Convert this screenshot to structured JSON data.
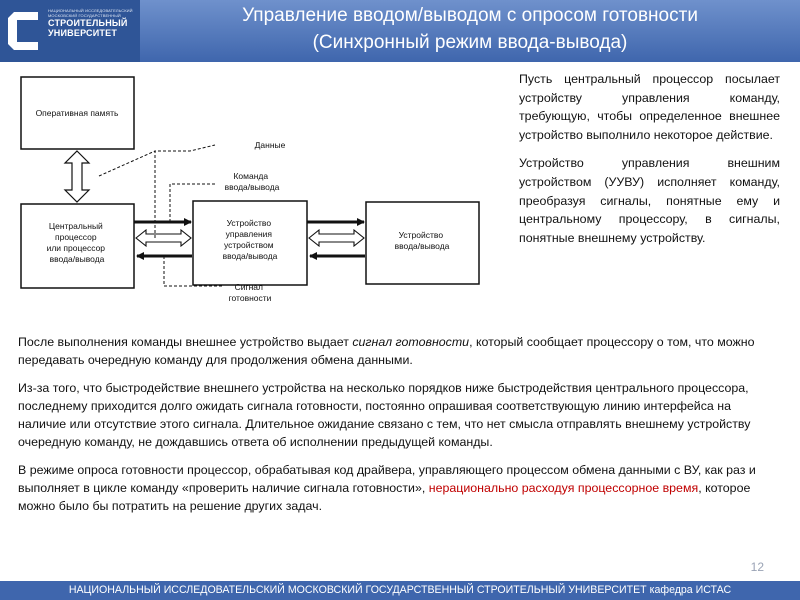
{
  "logo": {
    "small_text": "НАЦИОНАЛЬНЫЙ ИССЛЕДОВАТЕЛЬСКИЙ МОСКОВСКИЙ ГОСУДАРСТВЕННЫЙ",
    "name_line1": "СТРОИТЕЛЬНЫЙ",
    "name_line2": "УНИВЕРСИТЕТ"
  },
  "slide": {
    "title_line1": "Управление вводом/выводом с опросом готовности",
    "title_line2": "(Синхронный режим ввода-вывода)",
    "page_number": "12",
    "footer": "НАЦИОНАЛЬНЫЙ ИССЛЕДОВАТЕЛЬСКИЙ МОСКОВСКИЙ ГОСУДАРСТВЕННЫЙ СТРОИТЕЛЬНЫЙ УНИВЕРСИТЕТ кафедра ИСТАС"
  },
  "diagram": {
    "memory": "Оперативная память",
    "cpu_lines": [
      "Центральный",
      "процессор",
      "или процессор",
      "ввода/вывода"
    ],
    "controller_lines": [
      "Устройство",
      "управления",
      "устройством",
      "ввода/вывода"
    ],
    "device_lines": [
      "Устройство",
      "ввода/вывода"
    ],
    "data_label": "Данные",
    "command_lines": [
      "Команда",
      "ввода/вывода"
    ],
    "signal_lines": [
      "Сигнал",
      "готовности"
    ]
  },
  "right_text": {
    "p1": "Пусть центральный процессор посылает устройству управления команду, требующую, чтобы определенное внешнее устройство выполнило некоторое действие.",
    "p2": "Устройство управления внешним устройством (УУВУ) исполняет команду, преобразуя сигналы, понятные ему и центральному процессору, в сигналы, понятные внешнему устройству."
  },
  "bottom_text": {
    "p1_a": "После выполнения команды внешнее устройство выдает ",
    "p1_b": "сигнал готовности",
    "p1_c": ", который сообщает процессору о том, что можно передавать очередную команду для продолжения обмена данными.",
    "p2": "Из-за того, что быстродействие внешнего устройства на несколько порядков ниже быстродействия центрального процессора, последнему приходится долго ожидать сигнала готовности, постоянно опрашивая соответствующую линию интерфейса на наличие или отсутствие этого сигнала. Длительное ожидание связано с тем, что нет смысла отправлять внешнему устройству очередную команду, не дождавшись ответа об исполнении предыдущей команды.",
    "p3_a": "В режиме опроса готовности процессор, обрабатывая код драйвера, управляющего процессом обмена данными с ВУ, как раз и выполняет в цикле команду «проверить наличие сигнала готовности», ",
    "p3_b": "нерационально расходуя процессорное время",
    "p3_c": ", которое можно было бы потратить на решение других задач."
  }
}
